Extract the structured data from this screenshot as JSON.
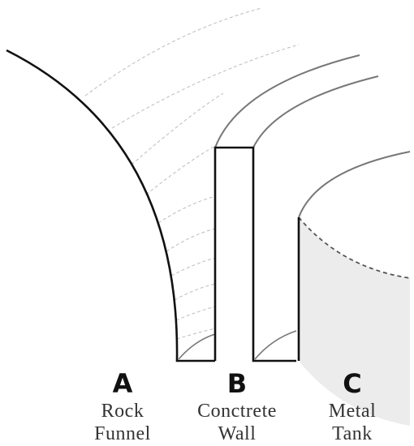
{
  "labels": [
    {
      "letter": "A",
      "line1": "Rock",
      "line2": "Funnel"
    },
    {
      "letter": "B",
      "line1": "Conctrete",
      "line2": "Wall"
    },
    {
      "letter": "C",
      "line1": "Metal",
      "line2": "Tank"
    }
  ],
  "colors": {
    "ink": "#111111",
    "structure": "#777777",
    "guide": "#bbbbbb",
    "tank_fill": "#ececec"
  }
}
